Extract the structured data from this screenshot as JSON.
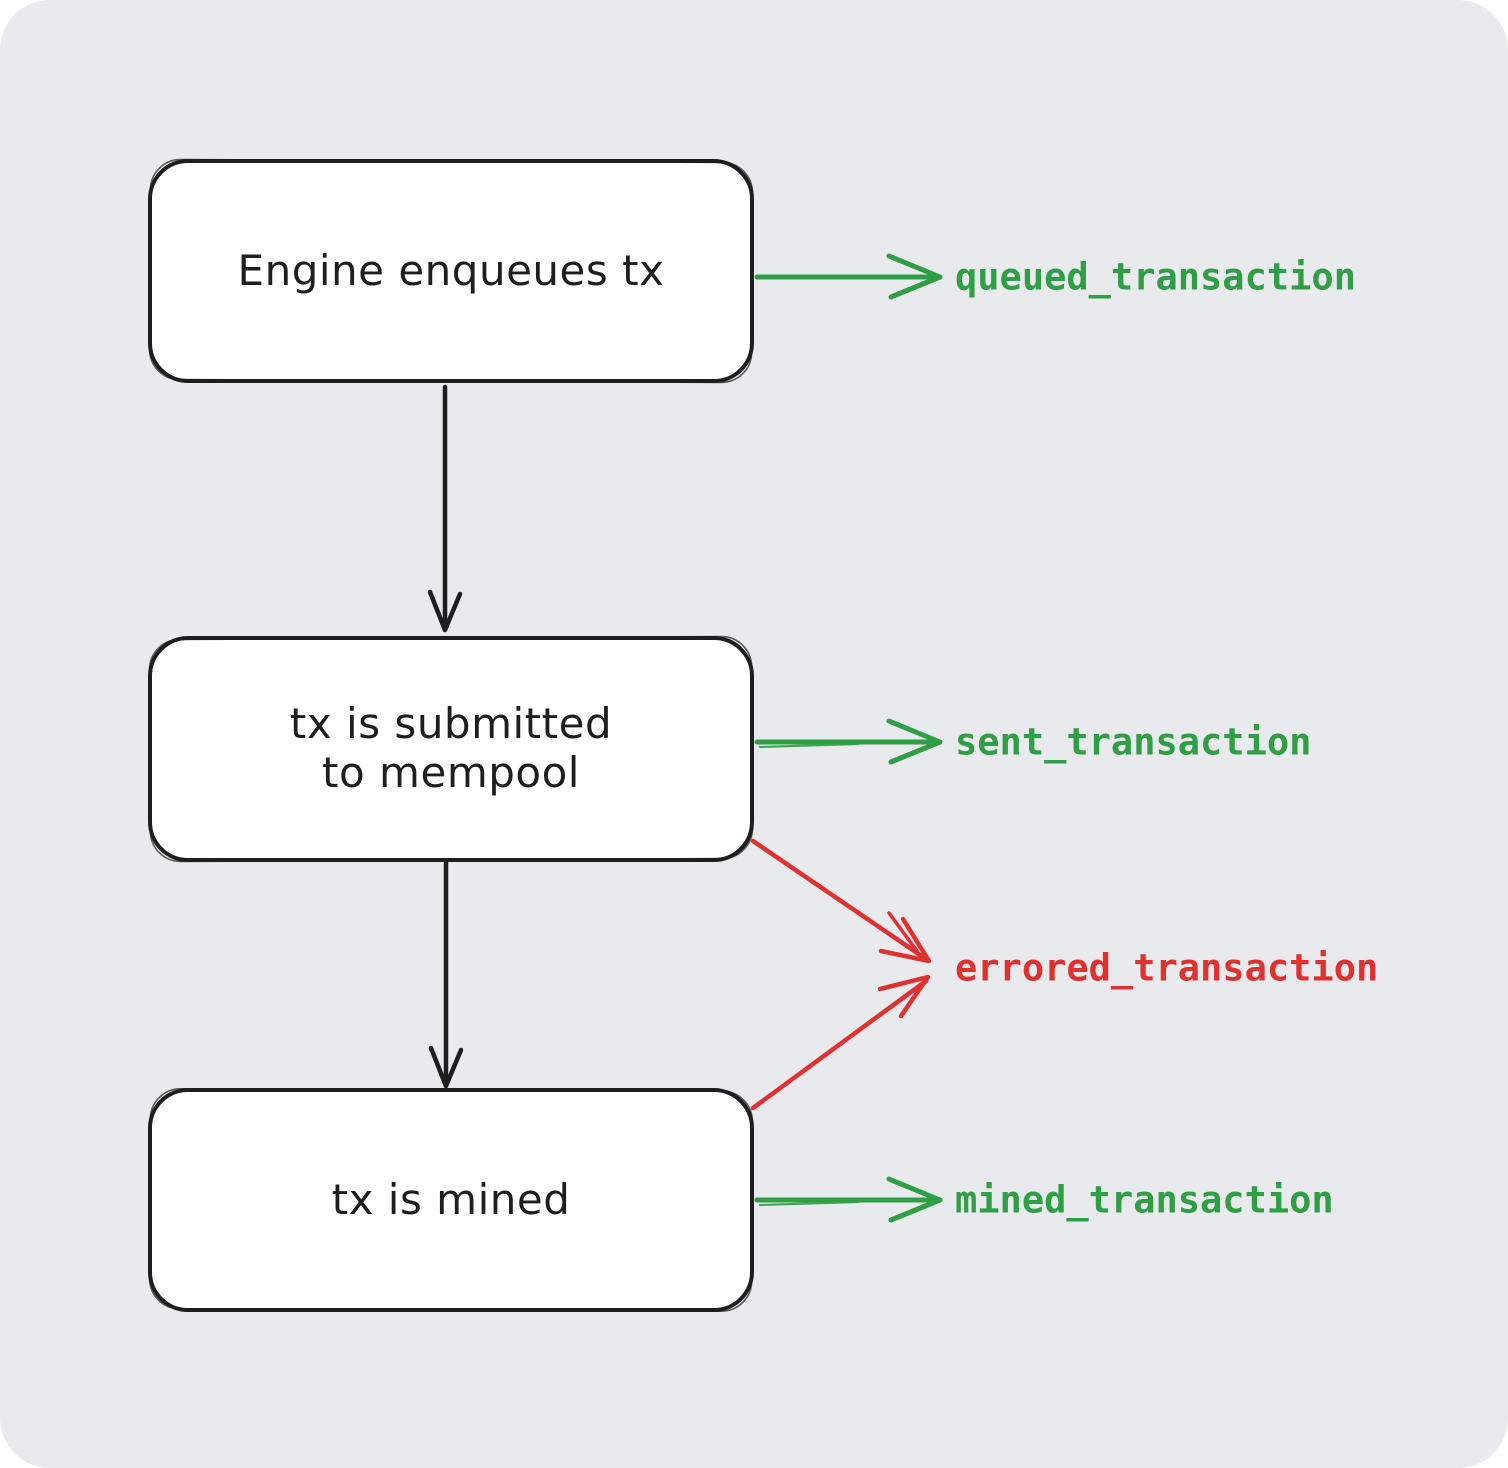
{
  "colors": {
    "canvas_bg": "#e9eaee",
    "ink": "#1e1e1e",
    "green": "#2f9e44",
    "red": "#e03131",
    "node_fill": "#ffffff"
  },
  "diagram": {
    "nodes": [
      {
        "label": "Engine enqueues tx"
      },
      {
        "label_lines": [
          "tx is submitted",
          "to mempool"
        ]
      },
      {
        "label": "tx is mined"
      }
    ],
    "events": [
      {
        "name": "queued_transaction",
        "color": "#2f9e44"
      },
      {
        "name": "sent_transaction",
        "color": "#2f9e44"
      },
      {
        "name": "errored_transaction",
        "color": "#e03131"
      },
      {
        "name": "mined_transaction",
        "color": "#2f9e44"
      }
    ]
  }
}
